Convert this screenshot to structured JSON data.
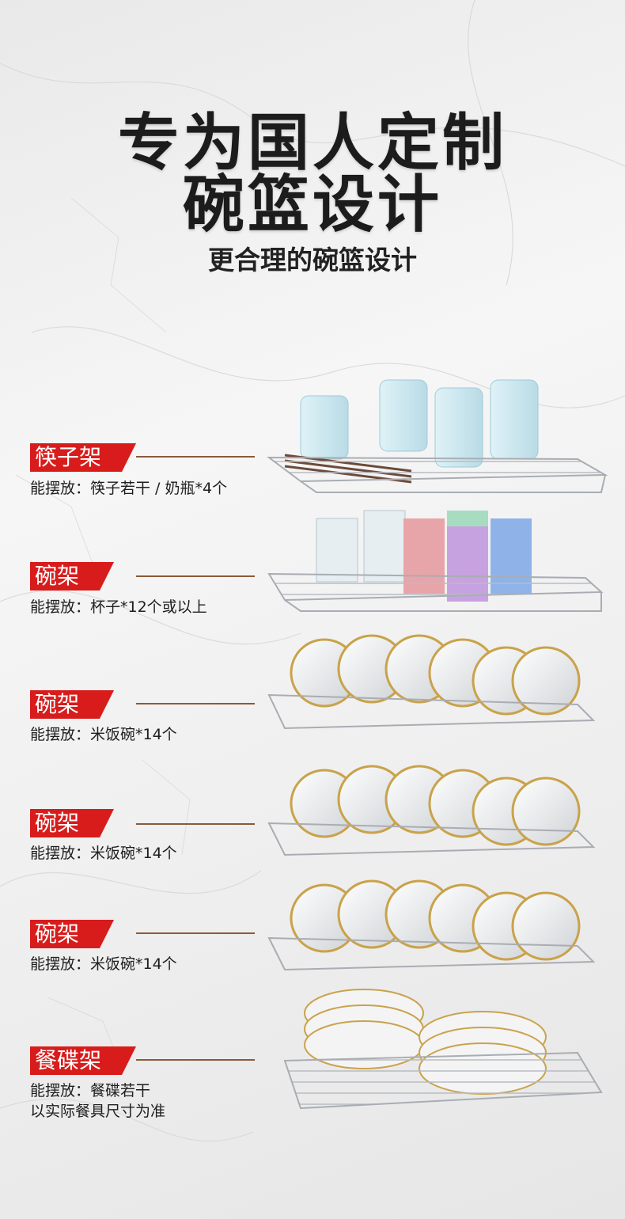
{
  "hero": {
    "title_line1": "专为国人定制",
    "title_line2": "碗篮设计",
    "subtitle": "更合理的碗篮设计"
  },
  "racks": [
    {
      "label": "筷子架",
      "caption": "能摆放：筷子若干 / 奶瓶*4个",
      "caption2": ""
    },
    {
      "label": "碗架",
      "caption": "能摆放：杯子*12个或以上",
      "caption2": ""
    },
    {
      "label": "碗架",
      "caption": "能摆放：米饭碗*14个",
      "caption2": ""
    },
    {
      "label": "碗架",
      "caption": "能摆放：米饭碗*14个",
      "caption2": ""
    },
    {
      "label": "碗架",
      "caption": "能摆放：米饭碗*14个",
      "caption2": ""
    },
    {
      "label": "餐碟架",
      "caption": "能摆放：餐碟若干",
      "caption2": "以实际餐具尺寸为准"
    }
  ],
  "colors": {
    "tag_red": "#d81c1c",
    "leader_line": "#8a5a3a",
    "title_text": "#1c1c1c",
    "rack_steel": "#b8bcc2",
    "bowl_gold": "#c9a24a"
  }
}
